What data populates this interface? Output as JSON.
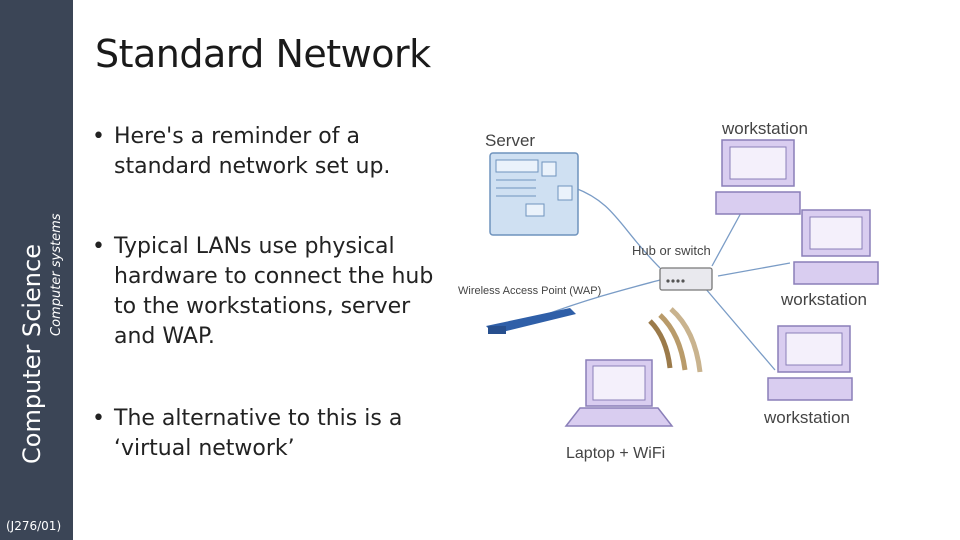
{
  "sidebar": {
    "subject": "Computer Science",
    "topic": "Computer systems",
    "code": "(J276/01)"
  },
  "slide": {
    "title": "Standard Network",
    "bullets": [
      "Here's a reminder of a standard network set up.",
      "Typical LANs use physical hardware to connect the hub to the workstations, server and WAP.",
      "The alternative to this is a ‘virtual network’"
    ],
    "bullet_symbol": "•"
  },
  "diagram": {
    "nodes": {
      "server": "Server",
      "workstation_top": "workstation",
      "workstation_mid": "workstation",
      "workstation_bottom": "workstation",
      "hub": "Hub or switch",
      "wap": "Wireless Access Point (WAP)",
      "laptop": "Laptop + WiFi"
    },
    "colors": {
      "device_fill": "#d9cdf0",
      "device_stroke": "#8a7fb8",
      "server_fill": "#cfe0f2",
      "cable": "#7a9cc6",
      "wap_blue": "#2f5fa8",
      "wifi": "#9b7a4a"
    }
  }
}
